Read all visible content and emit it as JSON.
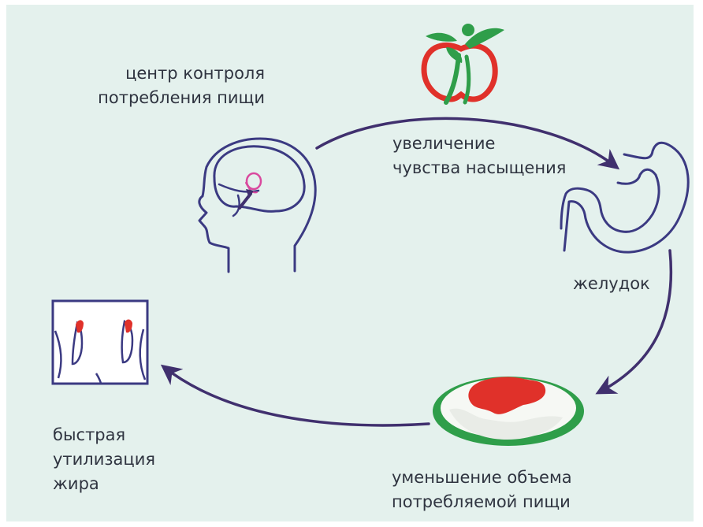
{
  "diagram": {
    "colors": {
      "background": "#e4f1ed",
      "arrow": "#40306e",
      "outline": "#3b3a82",
      "text": "#2f3440",
      "red": "#e0312a",
      "green": "#2f9e4a"
    },
    "labels": {
      "control_center": [
        "центр контроля",
        "потребления пищи"
      ],
      "satiety": [
        "увеличение",
        "чувства насыщения"
      ],
      "stomach": "желудок",
      "fat": [
        "быстрая",
        "утилизация",
        "жира"
      ],
      "portion": [
        "уменьшение объема",
        "потребляемой пищи"
      ]
    },
    "icons": [
      "logo-apple-figure-icon",
      "head-brain-icon",
      "stomach-icon",
      "plate-of-food-icon",
      "body-outline-icon"
    ]
  }
}
